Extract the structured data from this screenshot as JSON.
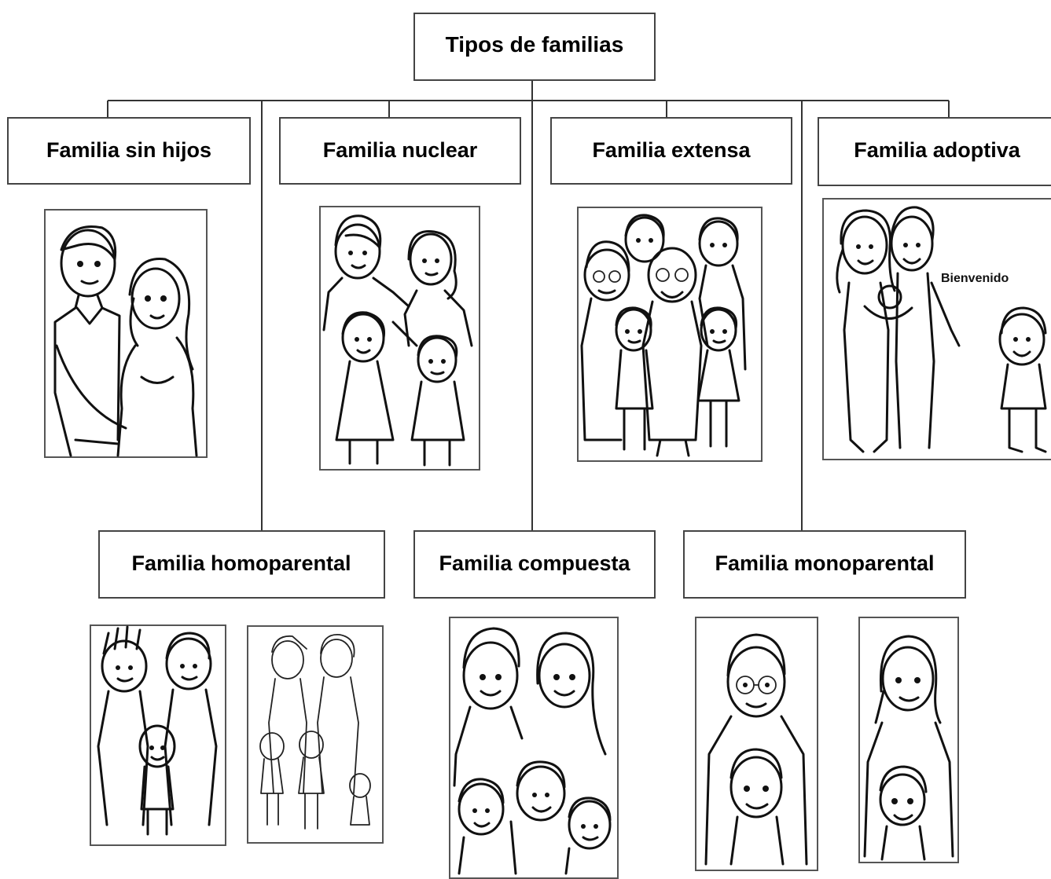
{
  "root": {
    "label": "Tipos de familias"
  },
  "categories": [
    {
      "id": "sin-hijos",
      "label": "Familia sin hijos"
    },
    {
      "id": "nuclear",
      "label": "Familia nuclear"
    },
    {
      "id": "extensa",
      "label": "Familia extensa"
    },
    {
      "id": "adoptiva",
      "label": "Familia adoptiva"
    },
    {
      "id": "homoparental",
      "label": "Familia homoparental"
    },
    {
      "id": "compuesta",
      "label": "Familia compuesta"
    },
    {
      "id": "monoparental",
      "label": "Familia monoparental"
    }
  ],
  "illustration_text": {
    "welcome_sign": "Bienvenido"
  }
}
